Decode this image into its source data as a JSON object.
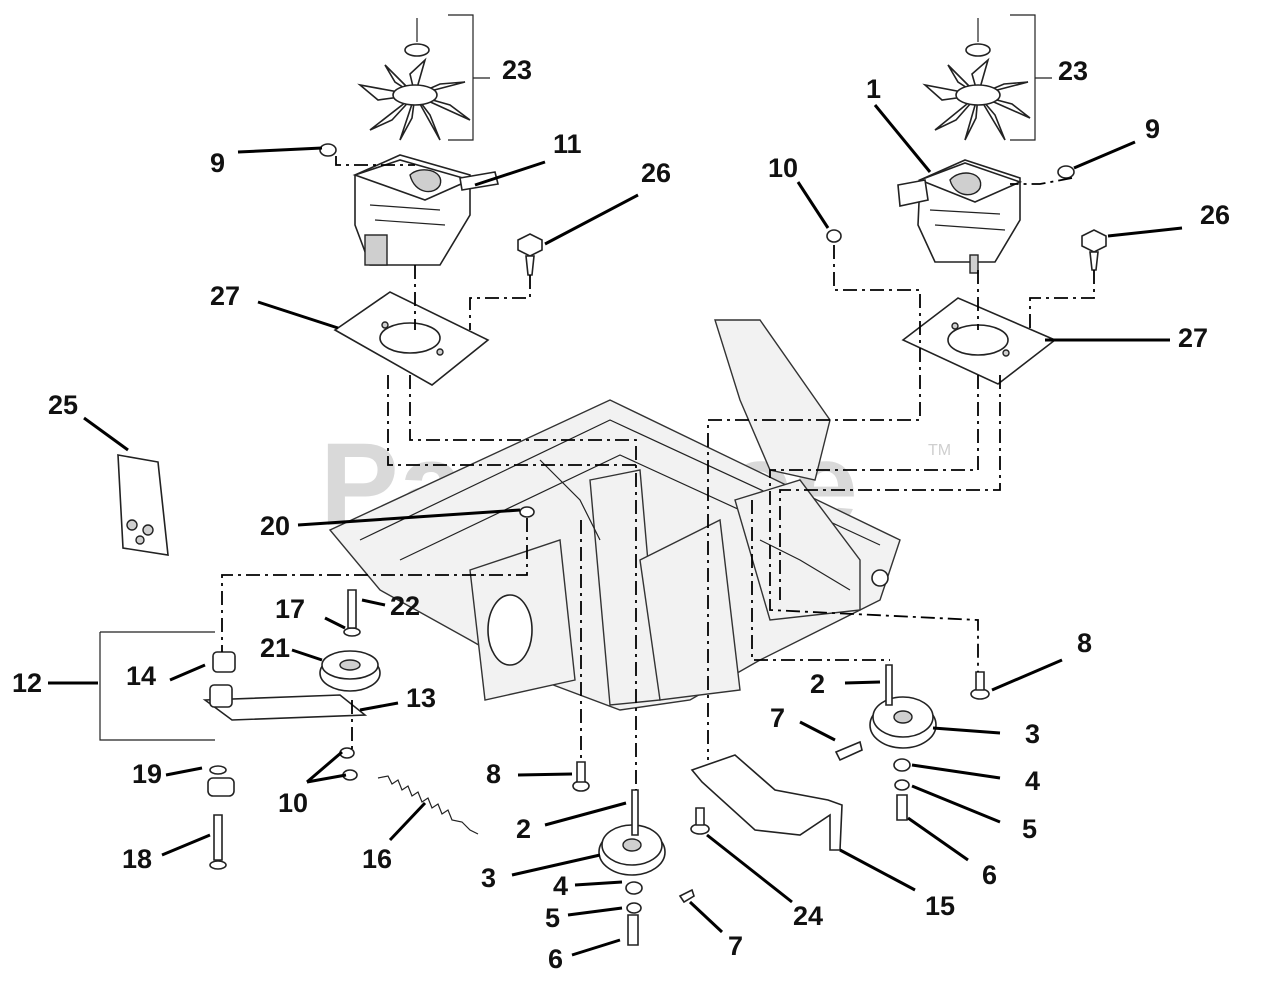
{
  "watermark": {
    "text": "PartsTree",
    "trademark": "TM"
  },
  "callouts": [
    "23",
    "23",
    "1",
    "11",
    "9",
    "9",
    "10",
    "26",
    "26",
    "27",
    "27",
    "25",
    "20",
    "12",
    "14",
    "17",
    "22",
    "21",
    "13",
    "19",
    "10",
    "18",
    "16",
    "8",
    "8",
    "2",
    "2",
    "7",
    "7",
    "3",
    "3",
    "4",
    "4",
    "5",
    "5",
    "6",
    "6",
    "24",
    "15"
  ]
}
